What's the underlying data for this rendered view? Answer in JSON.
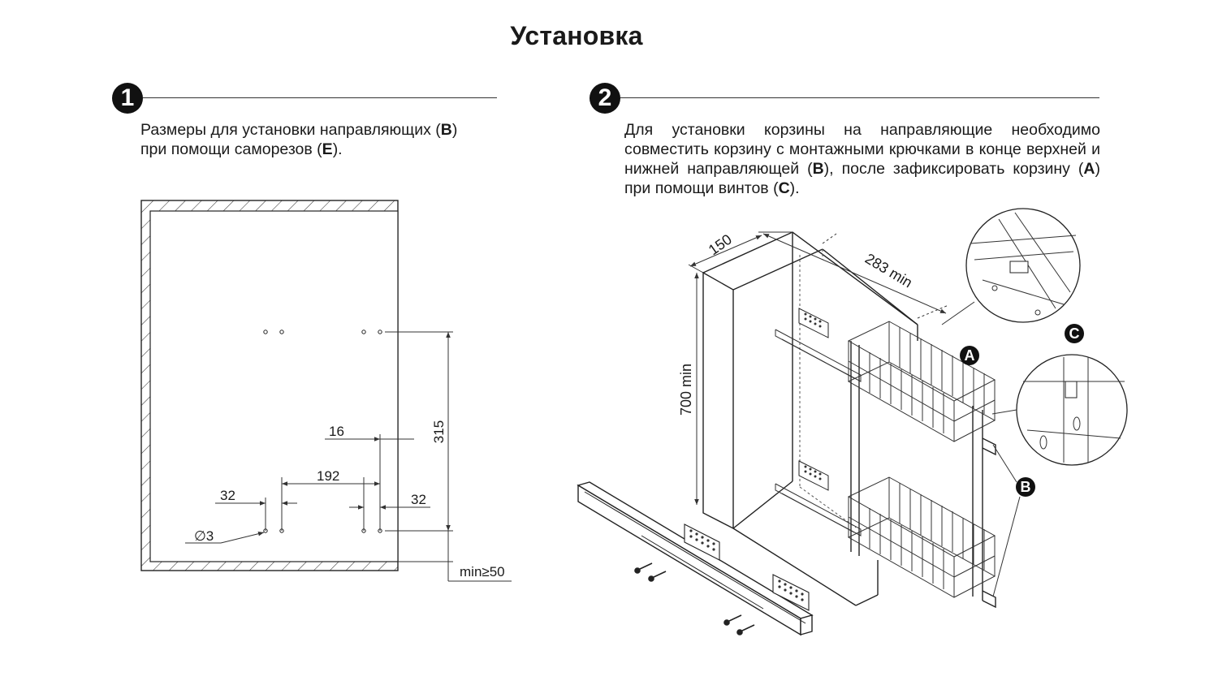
{
  "page": {
    "title": "Установка"
  },
  "step1": {
    "number": "1",
    "text_a": "Размеры для установки направляющих (",
    "rail_letter": "B",
    "text_b": ")",
    "text_c": "при помощи саморезов (",
    "screw_letter": "E",
    "text_d": ")."
  },
  "step2": {
    "number": "2",
    "text_a": "Для установки корзины на направляющие необходимо совместить корзину с монтажными крючками в конце верхней и нижней направляющей (",
    "rail_letter": "B",
    "text_b": "), после зафиксировать корзину (",
    "basket_letter": "A",
    "text_c": ") при помощи винтов (",
    "screw_letter": "C",
    "text_d": ")."
  },
  "drawing1": {
    "dims": {
      "d315": "315",
      "d16": "16",
      "d192": "192",
      "d32_left": "32",
      "d32_right": "32",
      "hole": "∅3",
      "min_bottom": "min≥50"
    }
  },
  "drawing2": {
    "dims": {
      "width": "150",
      "depth": "283 min",
      "height": "700 min"
    },
    "callouts": {
      "a": "A",
      "b": "B",
      "c": "C"
    }
  }
}
